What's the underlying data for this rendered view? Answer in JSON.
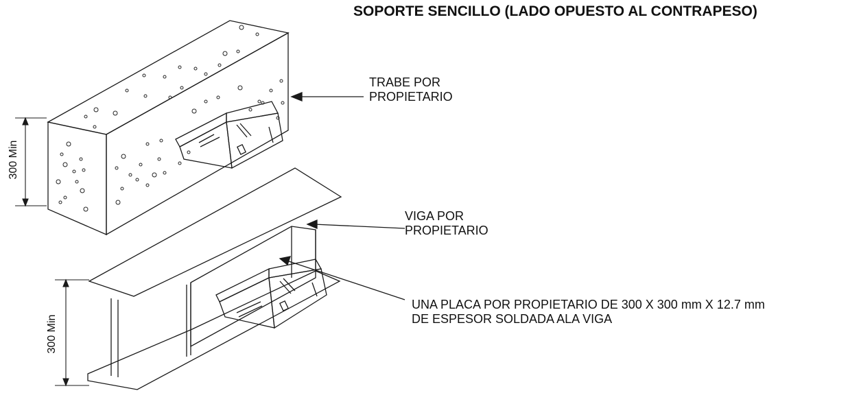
{
  "title": "SOPORTE SENCILLO (LADO OPUESTO AL CONTRAPESO)",
  "callouts": {
    "trabe_line1": "TRABE POR",
    "trabe_line2": "PROPIETARIO",
    "viga_line1": "VIGA  POR",
    "viga_line2": "PROPIETARIO",
    "placa_line1": "UNA  PLACA POR PROPIETARIO DE 300 X 300 mm  X 12.7 mm",
    "placa_line2": "DE ESPESOR SOLDADA ALA VIGA"
  },
  "dimensions": {
    "upper": "300 Min",
    "lower": "300 Min"
  },
  "colors": {
    "line": "#1a1a1a",
    "paper": "#ffffff"
  }
}
